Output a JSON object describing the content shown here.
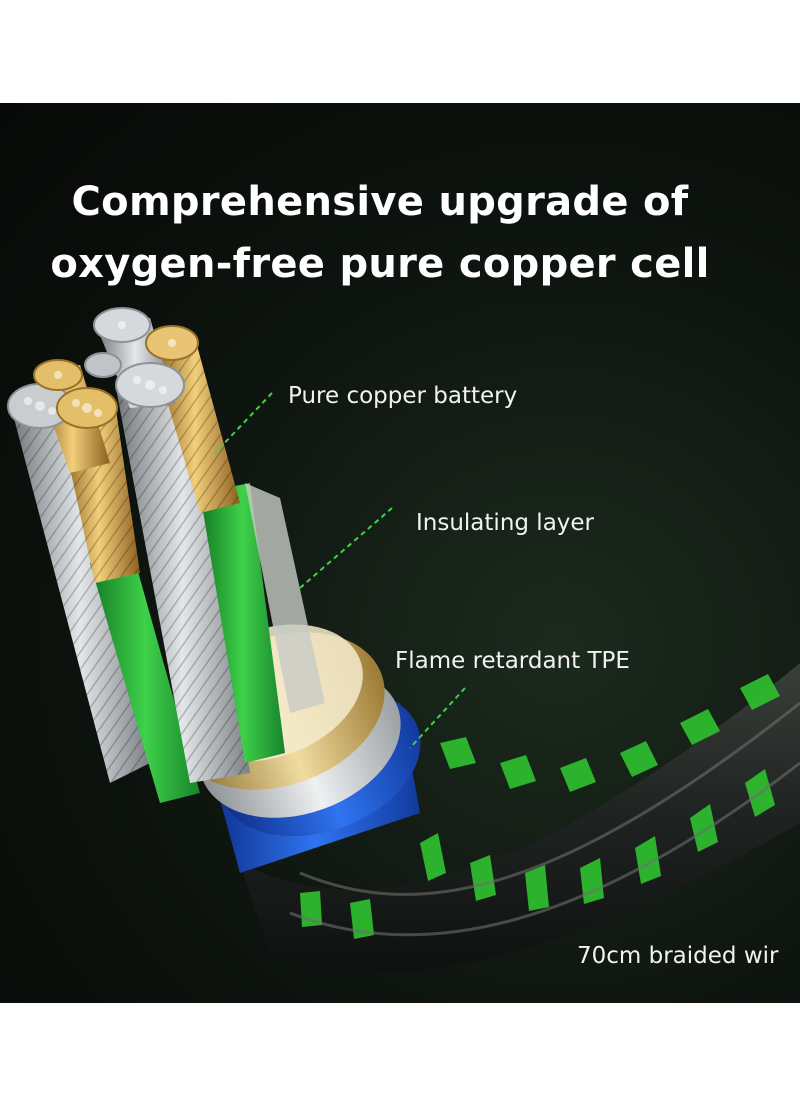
{
  "title": {
    "line1": "Comprehensive upgrade of",
    "line2": "oxygen-free pure copper cell"
  },
  "labels": {
    "copper": "Pure copper battery",
    "insulating": "Insulating layer",
    "tpe": "Flame retardant TPE",
    "braided": "70cm braided wir"
  },
  "colors": {
    "background": "#0d130e",
    "braid_green": "#2fbf2f",
    "insulation_green": "#2eaa38",
    "copper": "#d9a64a",
    "silver": "#cfd3d6",
    "gold_ring": "#c9a860",
    "blue_ring": "#1f5fd6"
  }
}
